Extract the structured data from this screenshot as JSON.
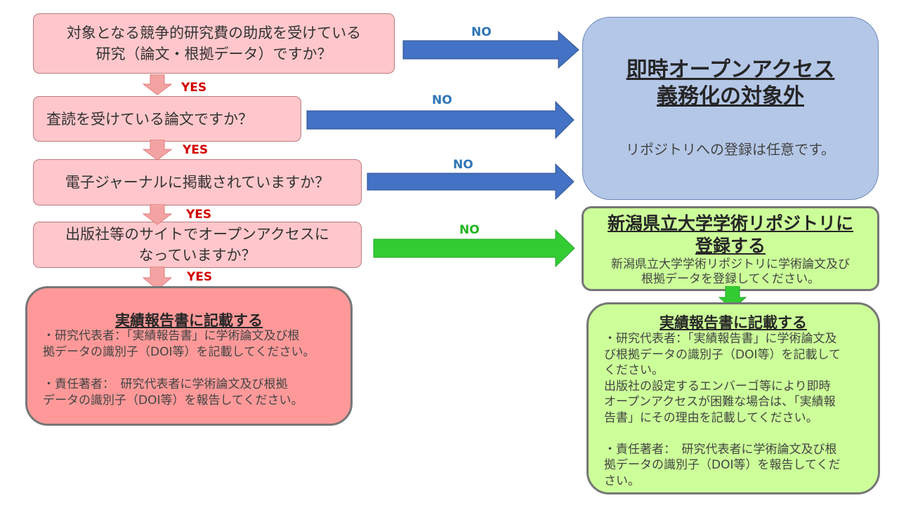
{
  "colors": {
    "question_fill": "#ffc7cb",
    "yes_arrow": "#f4a3a3",
    "no_arrow_blue": "#4472c4",
    "no_arrow_green": "#33cc33",
    "green_box": "#ccff99",
    "red_box": "#ff9999",
    "blue_box": "#b4c7e7"
  },
  "questions": [
    {
      "text": "対象となる競争的研究費の助成を受けている\n研究（論文・根拠データ）ですか？"
    },
    {
      "text": "査読を受けている論文ですか？"
    },
    {
      "text": "電子ジャーナルに掲載されていますか？"
    },
    {
      "text": "出版社等のサイトでオープンアクセスに\nなっていますか？"
    }
  ],
  "labels": {
    "no": "NO",
    "yes": "YES"
  },
  "out_of_scope": {
    "title": "即時オープンアクセス\n義務化の対象外",
    "note": "リポジトリへの登録は任意です。"
  },
  "repository": {
    "title": "新潟県立大学学術リポジトリに\n登録する",
    "body": "新潟県立大学学術リポジトリに学術論文及び\n根拠データを登録してください。"
  },
  "report_red": {
    "title": "実績報告書に記載する",
    "body": "・研究代表者：「実績報告書」に学術論文及び根\n拠データの識別子（DOI等）を記載してください。\n\n・責任著者：　研究代表者に学術論文及び根拠\nデータの識別子（DOI等）を報告してください。"
  },
  "report_green": {
    "title": "実績報告書に記載する",
    "body": "・研究代表者：「実績報告書」に学術論文及\nび根拠データの識別子（DOI等）を記載して\nください。\n出版社の設定するエンバーゴ等により即時\nオープンアクセスが困難な場合は、「実績報\n告書」にその理由を記載してください。\n\n・責任著者：　研究代表者に学術論文及び根\n拠データの識別子（DOI等）を報告してくだ\nさい。"
  }
}
